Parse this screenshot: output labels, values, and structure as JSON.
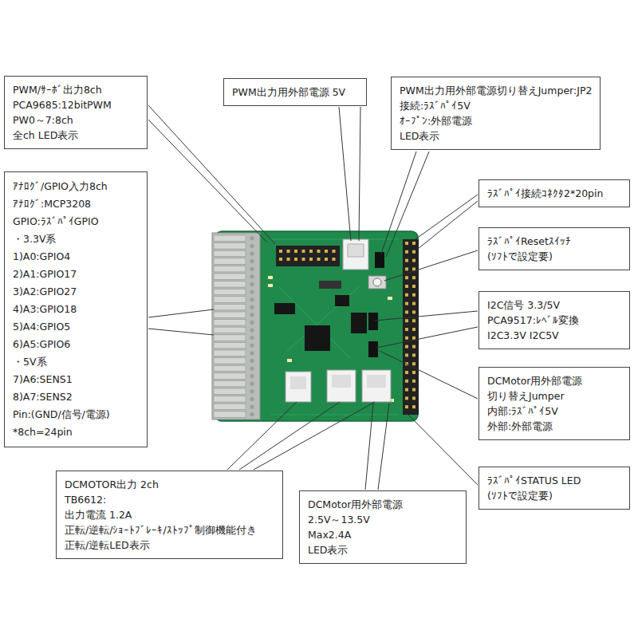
{
  "diagram": {
    "nodes": [
      {
        "text": [
          "PWM/ｻｰﾎﾞ出力8ch",
          "PCA9685:12bitPWM",
          "PW0～7:8ch",
          "全ch LED表示"
        ]
      },
      {
        "text": [
          "PWM出力用外部電源 5V"
        ]
      },
      {
        "text": [
          "PWM出力用外部電源切り替えJumper:JP2",
          "接続:ﾗｽﾞﾊﾟｲ5V",
          "ｵｰﾌﾟﾝ:外部電源",
          "LED表示"
        ]
      },
      {
        "text": [
          "ｱﾅﾛｸﾞ/GPIO入力8ch",
          "ｱﾅﾛｸﾞ:MCP3208",
          "GPIO:ﾗｽﾞﾊﾟｲGPIO",
          "・3.3V系",
          "1)A0:GPIO4",
          "2)A1:GPIO17",
          "3)A2:GPIO27",
          "4)A3:GPIO18",
          "5)A4:GPIO5",
          "6)A5:GPIO6",
          "・5V系",
          "7)A6:SENS1",
          "8)A7:SENS2",
          "Pin:(GND/信号/電源)",
          "*8ch=24pin"
        ]
      },
      {
        "text": [
          "ﾗｽﾞﾊﾟｲ接続ｺﾈｸﾀ2*20pin"
        ]
      },
      {
        "text": [
          "ﾗｽﾞﾊﾟｲResetｽｲｯﾁ",
          "(ｿﾌﾄで設定要)"
        ]
      },
      {
        "text": [
          "I2C信号 3.3/5V",
          "PCA9517:ﾚﾍﾞﾙ変換",
          "I2C3.3V I2C5V"
        ]
      },
      {
        "text": [
          "DCMotor用外部電源",
          "切り替えJumper",
          "内部:ﾗｽﾞﾊﾟｲ5V",
          "外部:外部電源"
        ]
      },
      {
        "text": [
          "DCMOTOR出力 2ch",
          "TB6612:",
          "出力電流 1.2A",
          "正転/逆転/ｼｮｰﾄﾌﾞﾚｰｷ/ｽﾄｯﾌﾟ制御機能付き",
          "正転/逆転LED表示"
        ]
      },
      {
        "text": [
          "DCMotor用外部電源",
          "2.5V～13.5V",
          "Max2.4A",
          "LED表示"
        ]
      },
      {
        "text": [
          "ﾗｽﾞﾊﾟｲSTATUS LED",
          "(ｿﾌﾄで設定要)"
        ]
      }
    ]
  }
}
